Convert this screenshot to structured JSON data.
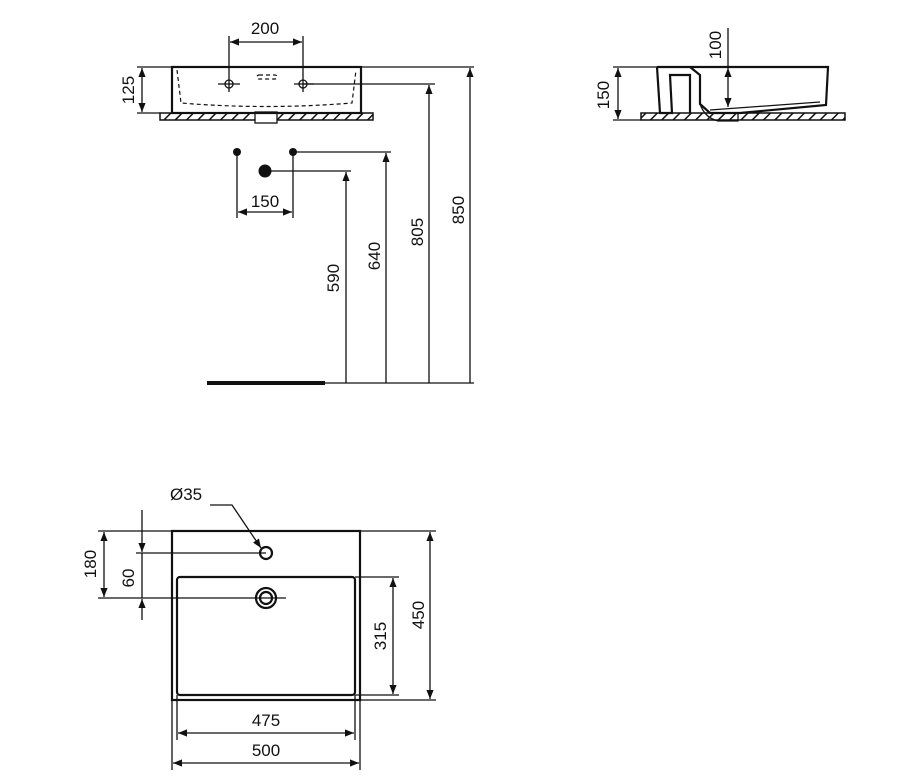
{
  "front_view": {
    "tap_hole_spacing": "200",
    "basin_height": "125",
    "supply_spacing": "150",
    "waste_height": "590",
    "supply_height": "640",
    "tap_height": "805",
    "rim_height": "850"
  },
  "side_view": {
    "overall_height": "150",
    "bowl_depth": "100"
  },
  "top_view": {
    "tap_hole_diameter": "Ø35",
    "tap_to_back_edge_distance": "180",
    "tap_to_drain_distance": "60",
    "bowl_depth_inner": "315",
    "overall_depth": "450",
    "bowl_width_inner": "475",
    "overall_width": "500"
  }
}
